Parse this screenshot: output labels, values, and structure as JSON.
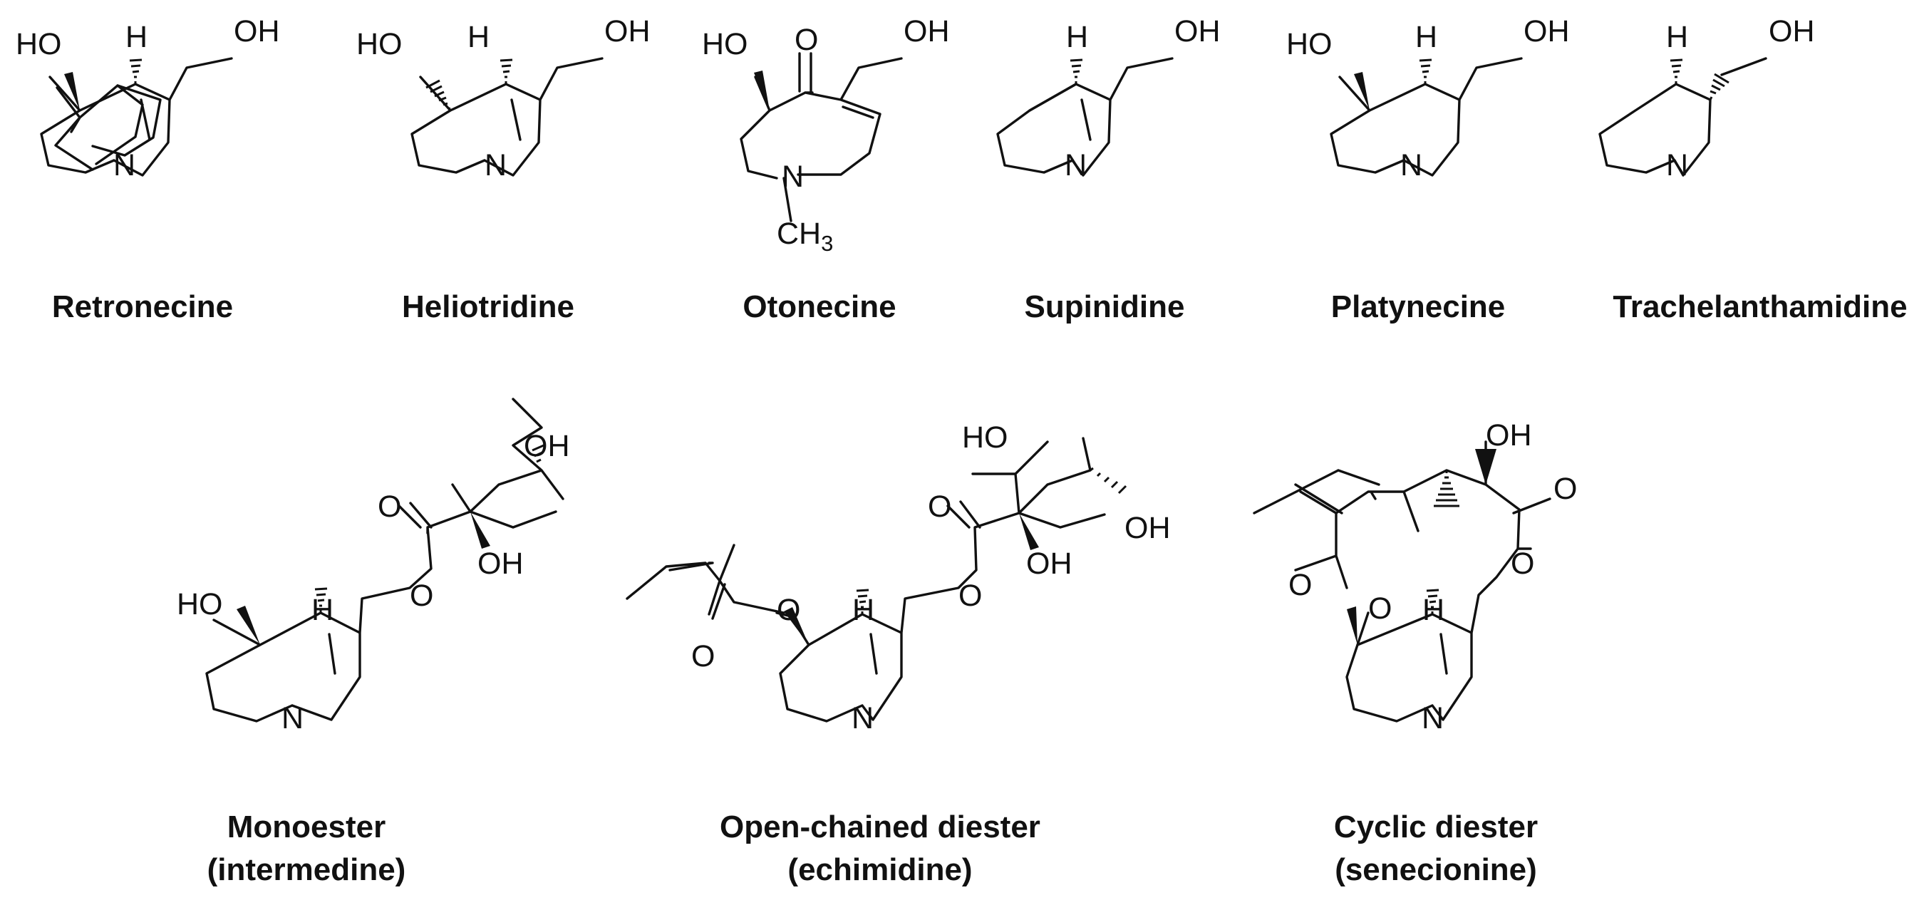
{
  "colors": {
    "ink": "#111111",
    "background": "#ffffff"
  },
  "atom_labels": {
    "hydroxyl": "OH",
    "hydroxyl_left": "HO",
    "hydrogen": "H",
    "nitrogen": "N",
    "oxygen": "O",
    "methyl_c": "CH",
    "methyl_sub": "3"
  },
  "necine_bases": [
    {
      "name": "Retronecine"
    },
    {
      "name": "Heliotridine"
    },
    {
      "name": "Otonecine"
    },
    {
      "name": "Supinidine"
    },
    {
      "name": "Platynecine"
    },
    {
      "name": "Trachelanthamidine"
    }
  ],
  "esters": [
    {
      "type": "Monoester",
      "example": "(intermedine)"
    },
    {
      "type": "Open-chained diester",
      "example": "(echimidine)"
    },
    {
      "type": "Cyclic diester",
      "example": "(senecionine)"
    }
  ]
}
